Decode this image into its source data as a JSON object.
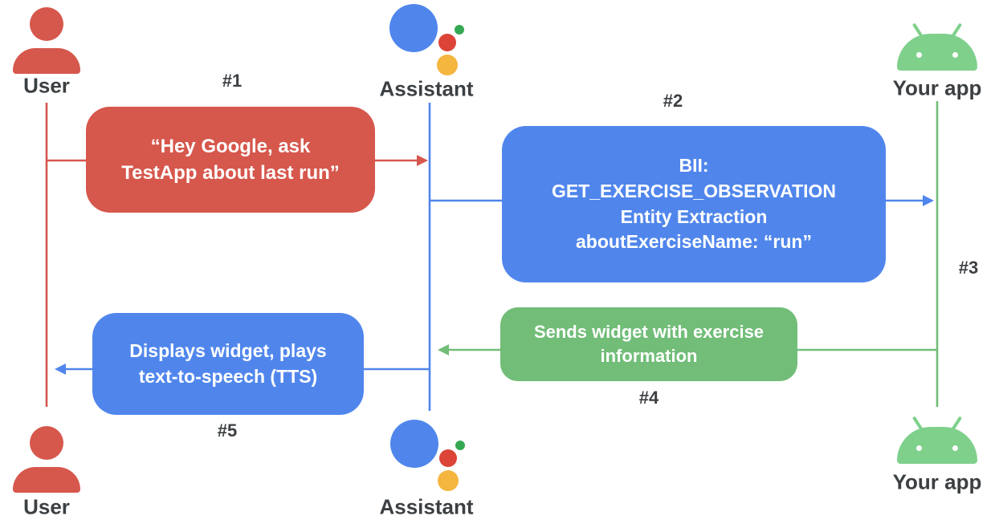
{
  "colors": {
    "red": "#D6574C",
    "blue": "#5086EC",
    "green": "#72BD78",
    "android_green": "#7ED08B",
    "assistant_red": "#DB4437",
    "assistant_green": "#34A853",
    "assistant_yellow": "#F4B63F",
    "label": "#3C4043",
    "background": "#FFFFFF"
  },
  "actors": {
    "user_top": "User",
    "assistant_top": "Assistant",
    "yourapp_top": "Your app",
    "user_bottom": "User",
    "assistant_bottom": "Assistant",
    "yourapp_bottom": "Your app"
  },
  "steps": {
    "s1": "#1",
    "s2": "#2",
    "s3": "#3",
    "s4": "#4",
    "s5": "#5"
  },
  "boxes": {
    "b1": {
      "lines": [
        "“Hey Google, ask",
        "TestApp about last run”"
      ]
    },
    "b2": {
      "lines": [
        "BII:",
        "GET_EXERCISE_OBSERVATION",
        "Entity Extraction",
        "aboutExerciseName: “run”"
      ]
    },
    "b4": {
      "lines": [
        "Sends widget with exercise",
        "information"
      ]
    },
    "b5": {
      "lines": [
        "Displays widget, plays",
        "text-to-speech (TTS)"
      ]
    }
  },
  "icons": {
    "user": "person-icon",
    "assistant": "google-assistant-logo",
    "yourapp": "android-logo"
  }
}
